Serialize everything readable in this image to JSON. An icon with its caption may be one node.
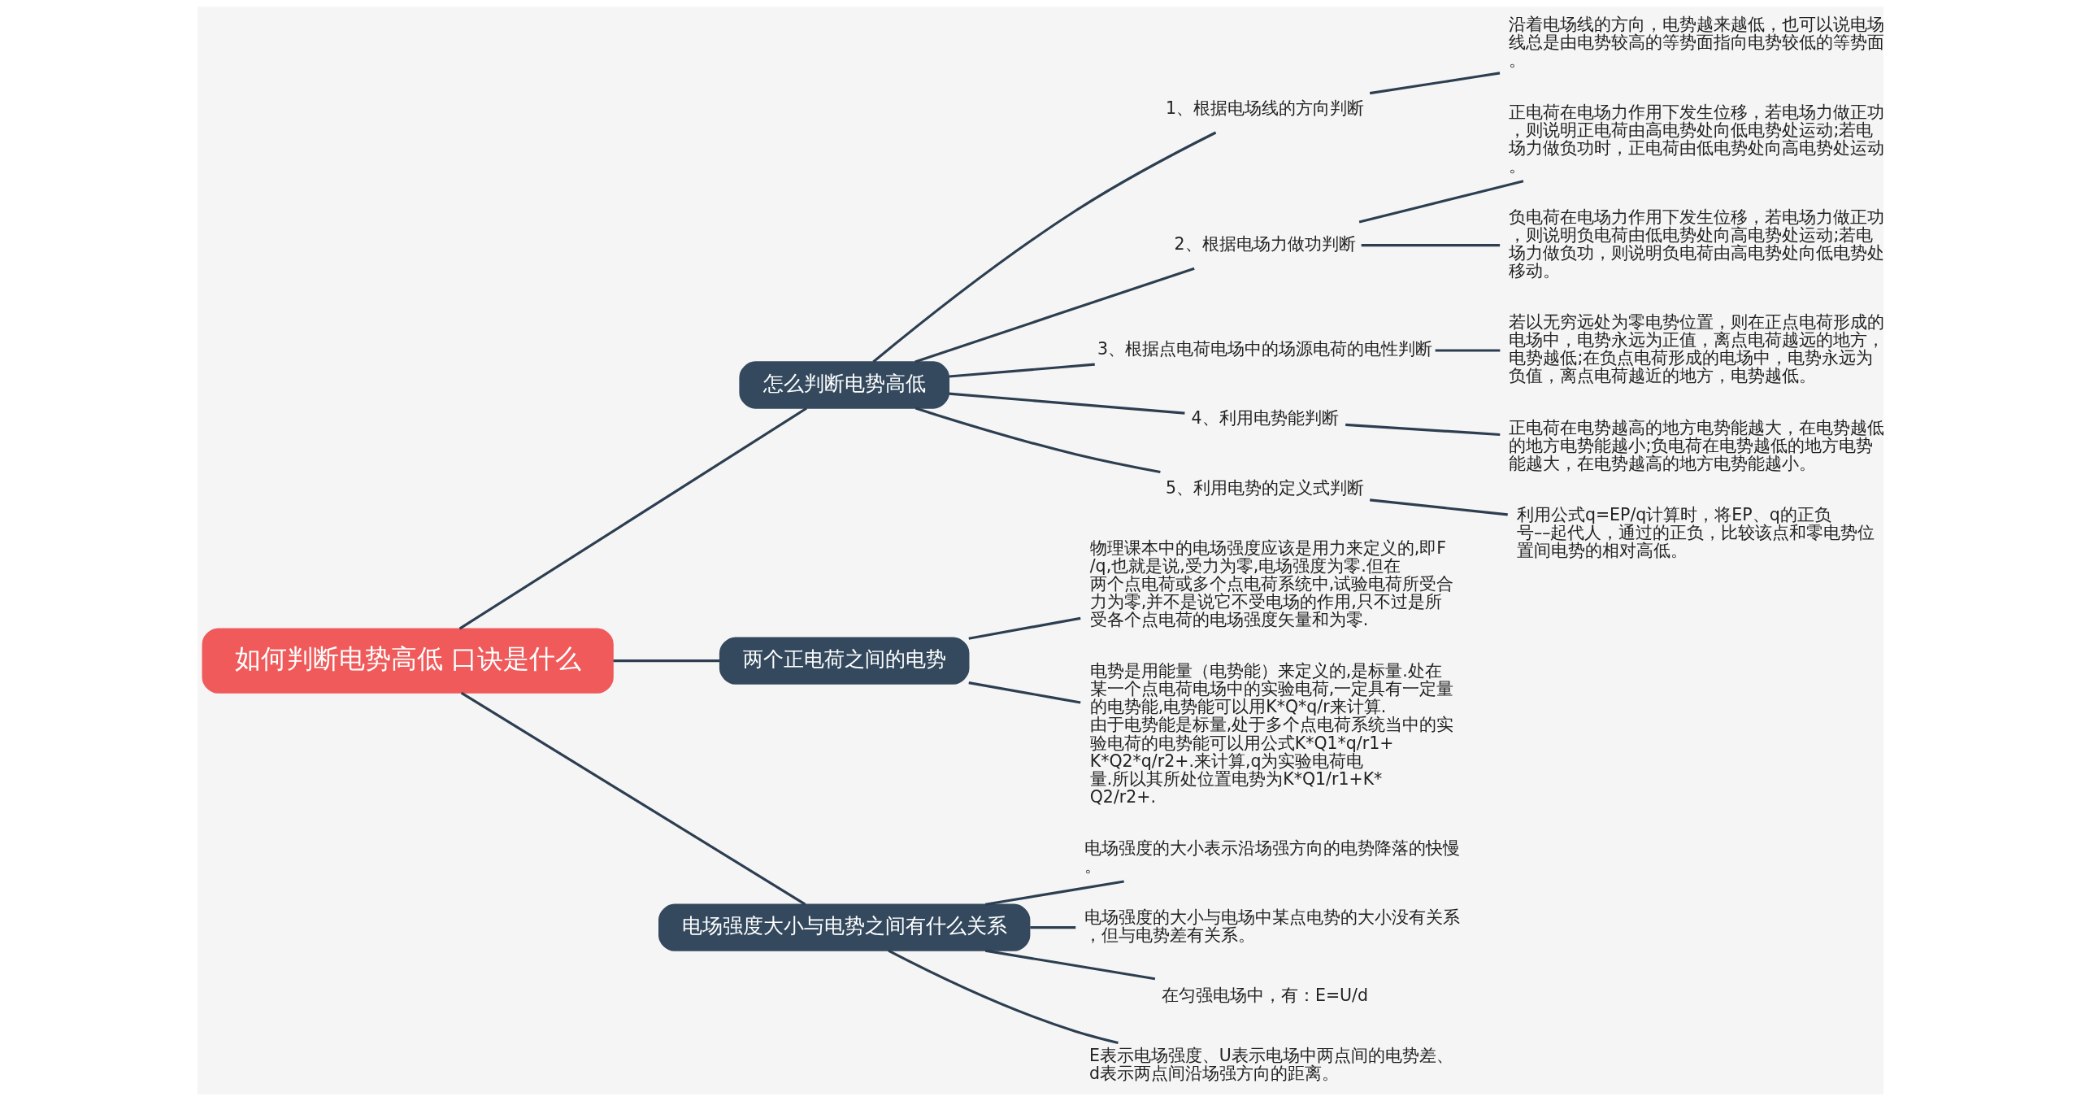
{
  "diagram": {
    "nodes": [
      {
        "text": [
          "如何判断电势高低 口诀是什么"
        ]
      },
      {
        "text": [
          "怎么判断电势高低"
        ]
      },
      {
        "text": [
          "1、根据电场线的方向判断"
        ]
      },
      {
        "text": [
          "沿着电场线的方向，电势越来越低，也可以说电场线总是由电势较高的等势面指向电势较低的等势面。"
        ]
      },
      {
        "text": [
          "2、根据电场力做功判断"
        ]
      },
      {
        "text": [
          "正电荷在电场力作用下发生位移，若电场力做正功，则说明正电荷由高电势处向低电势处运动;若电场力做负功时，正电荷由低电势处向高电势处运动。"
        ]
      },
      {
        "text": [
          "负电荷在电场力作用下发生位移，若电场力做正功，则说明负电荷由低电势处向高电势处运动;若电场力做负功，则说明负电荷由高电势处向低电势处移动。"
        ]
      },
      {
        "text": [
          "3、根据点电荷电场中的场源电荷的电性判断"
        ]
      },
      {
        "text": [
          "若以无穷远处为零电势位置，则在正点电荷形成的电场中，电势永远为正值，离点电荷越远的地方，电势越低;在负点电荷形成的电场中，电势永远为负值，离点电荷越近的地方，电势越低。"
        ]
      },
      {
        "text": [
          "4、利用电势能判断"
        ]
      },
      {
        "text": [
          "正电荷在电势越高的地方电势能越大，在电势越低的地方电势能越小;负电荷在电势越低的地方电势能越大，在电势越高的地方电势能越小。"
        ]
      },
      {
        "text": [
          "5、利用电势的定义式判断"
        ]
      },
      {
        "text": [
          "利用公式q=EP/q计算时，将EP、q的正负号––起代人，通过的正负，比较该点和零电势位置间电势的相对高低。"
        ]
      },
      {
        "text": [
          "两个正电荷之间的电势"
        ]
      },
      {
        "text": [
          "物理课本中的电场强度应该是用力来定义的,即F/q,也就是说,受力为零,电场强度为零.但在两个点电荷或多个点电荷系统中,试验电荷所受合力为零,并不是说它不受电场的作用,只不过是所受各个点电荷的电场强度矢量和为零."
        ]
      },
      {
        "text": [
          "电势是用能量（电势能）来定义的,是标量.处在某一个点电荷电场中的实验电荷,一定具有一定量的电势能,电势能可以用K*Q*q/r来计算.由于电势能是标量,处于多个点电荷系统当中的实验电荷的电势能可以用公式K*Q1*q/r1+K*Q2*q/r2+.来计算,q为实验电荷电量.所以其所处位置电势为K*Q1/r1+K*Q2/r2+."
        ]
      },
      {
        "text": [
          "电场强度大小与电势之间有什么关系"
        ]
      },
      {
        "text": [
          "电场强度的大小表示沿场强方向的电势降落的快慢。"
        ]
      },
      {
        "text": [
          "电场强度的大小与电场中某点电势的大小没有关系，但与电势差有关系。"
        ]
      },
      {
        "text": [
          "在匀强电场中，有：E=U/d"
        ]
      },
      {
        "text": [
          "E表示电场强度、U表示电场中两点间的电势差、d表示两点间沿场强方向的距离。"
        ]
      }
    ],
    "edges": [
      {
        "from": 0,
        "to": 1,
        "arrow": "none"
      },
      {
        "from": 1,
        "to": 2,
        "arrow": "none"
      },
      {
        "from": 2,
        "to": 3,
        "arrow": "none"
      },
      {
        "from": 1,
        "to": 4,
        "arrow": "none"
      },
      {
        "from": 4,
        "to": 5,
        "arrow": "none"
      },
      {
        "from": 4,
        "to": 6,
        "arrow": "none"
      },
      {
        "from": 1,
        "to": 7,
        "arrow": "none"
      },
      {
        "from": 7,
        "to": 8,
        "arrow": "none"
      },
      {
        "from": 1,
        "to": 9,
        "arrow": "none"
      },
      {
        "from": 9,
        "to": 10,
        "arrow": "none"
      },
      {
        "from": 1,
        "to": 11,
        "arrow": "none"
      },
      {
        "from": 11,
        "to": 12,
        "arrow": "none"
      },
      {
        "from": 0,
        "to": 13,
        "arrow": "none"
      },
      {
        "from": 13,
        "to": 14,
        "arrow": "none"
      },
      {
        "from": 13,
        "to": 15,
        "arrow": "none"
      },
      {
        "from": 0,
        "to": 16,
        "arrow": "none"
      },
      {
        "from": 16,
        "to": 17,
        "arrow": "none"
      },
      {
        "from": 16,
        "to": 18,
        "arrow": "none"
      },
      {
        "from": 16,
        "to": 19,
        "arrow": "none"
      },
      {
        "from": 16,
        "to": 20,
        "arrow": "none"
      }
    ]
  }
}
